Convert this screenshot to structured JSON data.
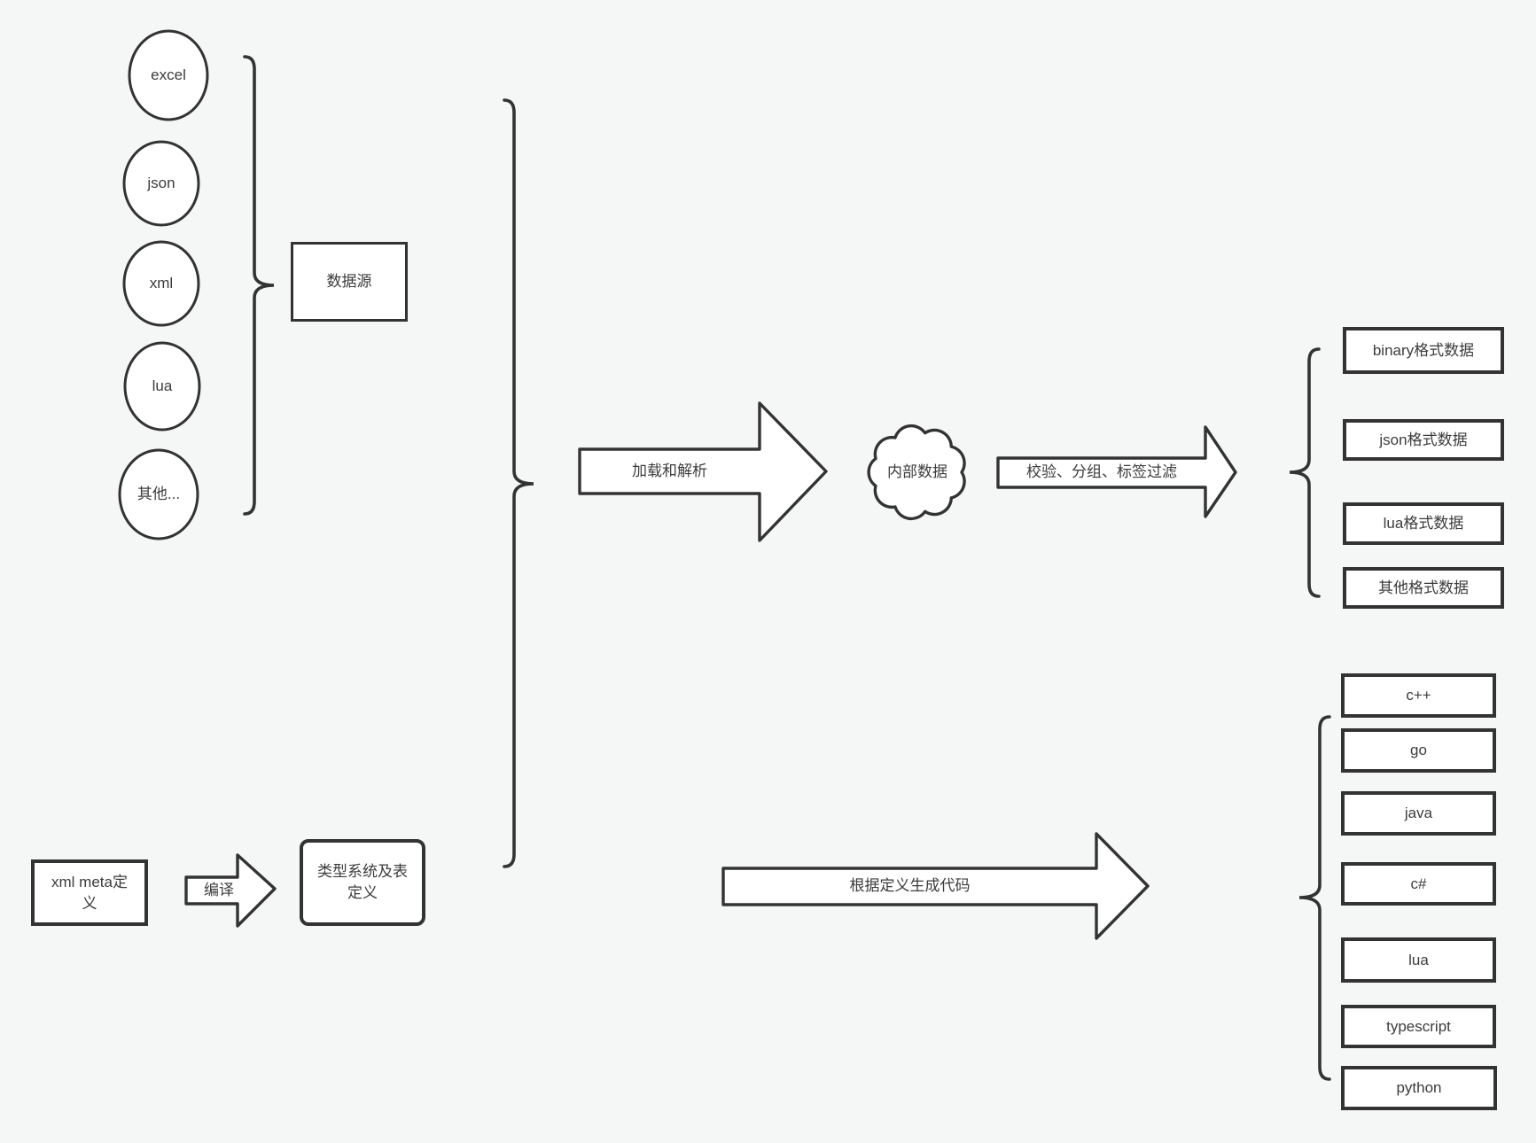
{
  "colors": {
    "background": "#f5f6f6",
    "shape_fill": "#ffffff",
    "stroke": "#333333",
    "text": "#3c3c3c"
  },
  "data_sources": {
    "group_label": "数据源",
    "items": [
      "excel",
      "json",
      "xml",
      "lua",
      "其他..."
    ]
  },
  "flow": {
    "load_parse": "加载和解析",
    "internal_data": "内部数据",
    "filter": "校验、分组、标签过滤",
    "codegen": "根据定义生成代码",
    "compile": "编译"
  },
  "definitions": {
    "xml_meta": "xml meta定义",
    "type_system": "类型系统及表定义"
  },
  "data_formats": [
    "binary格式数据",
    "json格式数据",
    "lua格式数据",
    "其他格式数据"
  ],
  "languages": [
    "c++",
    "go",
    "java",
    "c#",
    "lua",
    "typescript",
    "python"
  ]
}
